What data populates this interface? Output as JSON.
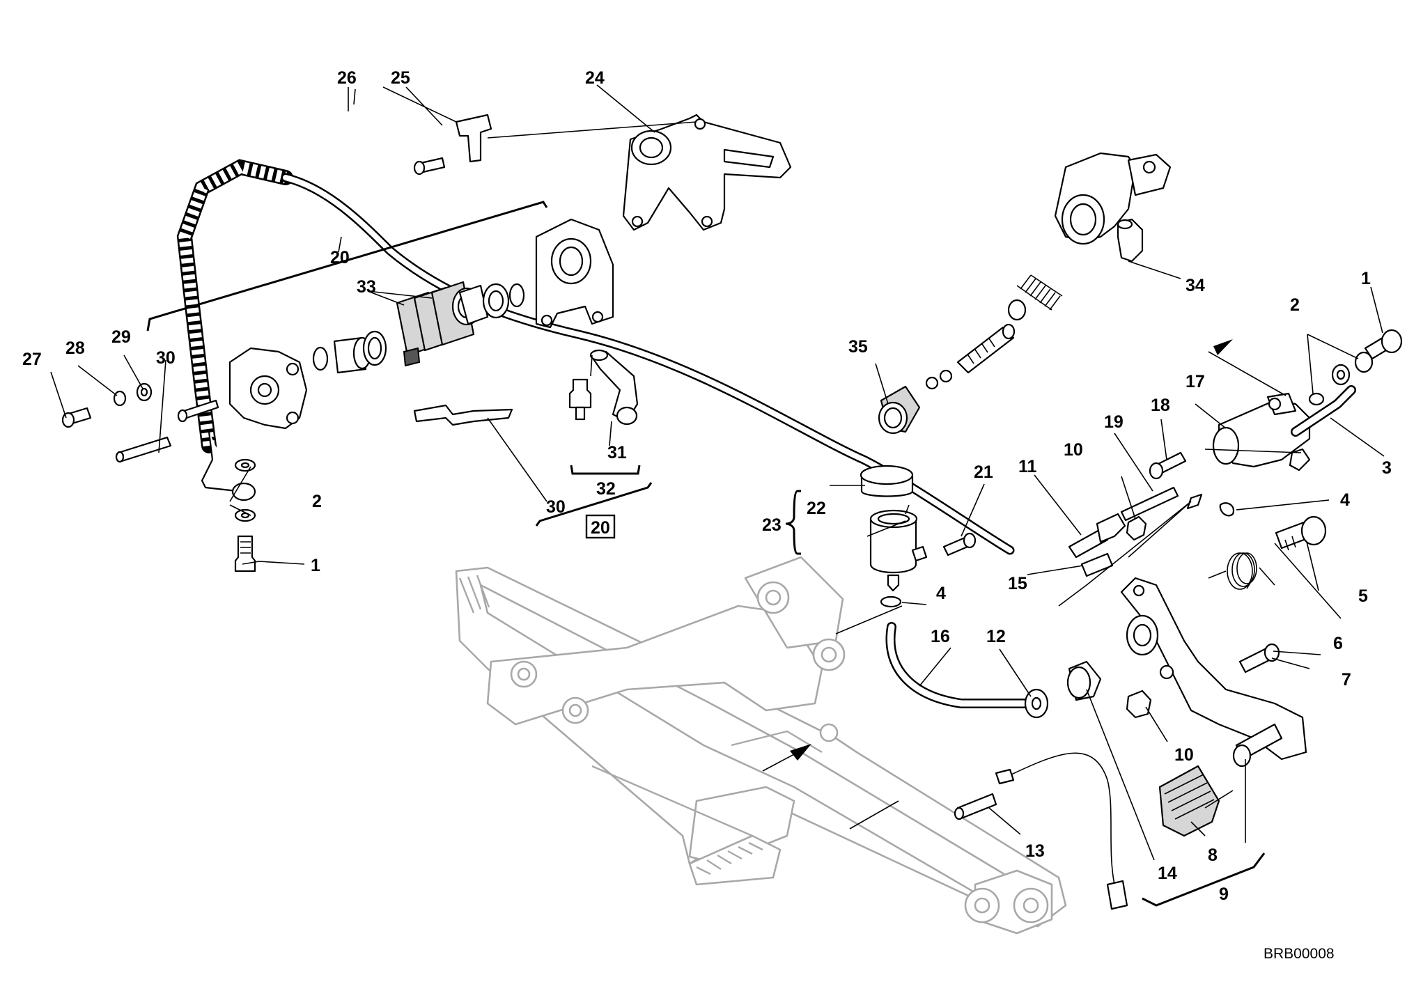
{
  "drawing_code": "BRB00008",
  "callouts": {
    "c1_left": "1",
    "c2_left": "2",
    "c20_top": "20",
    "c24": "24",
    "c25": "25",
    "c26": "26",
    "c27": "27",
    "c28": "28",
    "c29": "29",
    "c30_left": "30",
    "c30_pads": "30",
    "c31": "31",
    "c32": "32",
    "c33": "33",
    "c20_boxed": "20",
    "c34": "34",
    "c35": "35",
    "c1_right": "1",
    "c2_right": "2",
    "c3": "3",
    "c4_upper": "4",
    "c4_lower": "4",
    "c5": "5",
    "c6": "6",
    "c7": "7",
    "c8": "8",
    "c9": "9",
    "c10_upper": "10",
    "c10_lower": "10",
    "c11": "11",
    "c12": "12",
    "c13": "13",
    "c14": "14",
    "c15": "15",
    "c16": "16",
    "c17": "17",
    "c18": "18",
    "c19": "19",
    "c21": "21",
    "c22": "22",
    "c23": "23"
  }
}
